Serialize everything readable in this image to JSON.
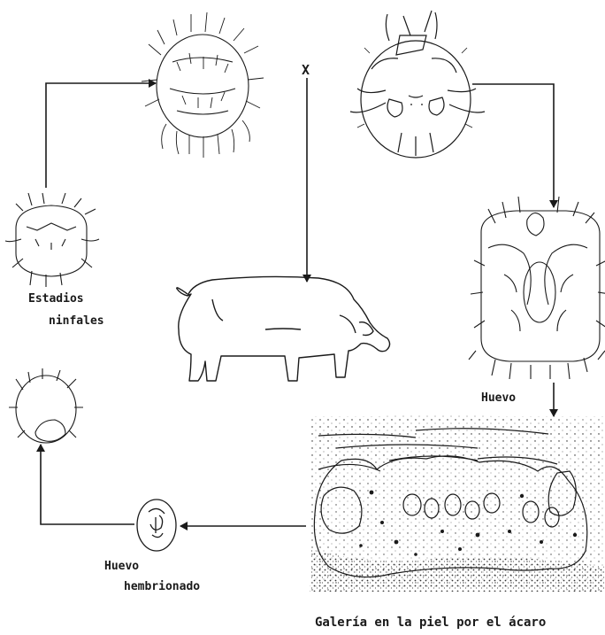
{
  "labels": {
    "x_marker": "X",
    "estadios_line1": "Estadios",
    "estadios_line2": "ninfales",
    "huevo": "Huevo",
    "huevo_emb_line1": "Huevo",
    "huevo_emb_line2": "hembrionado",
    "galeria": "Galería en la piel por el ácaro"
  },
  "colors": {
    "ink": "#1a1a1a",
    "background": "#ffffff"
  }
}
